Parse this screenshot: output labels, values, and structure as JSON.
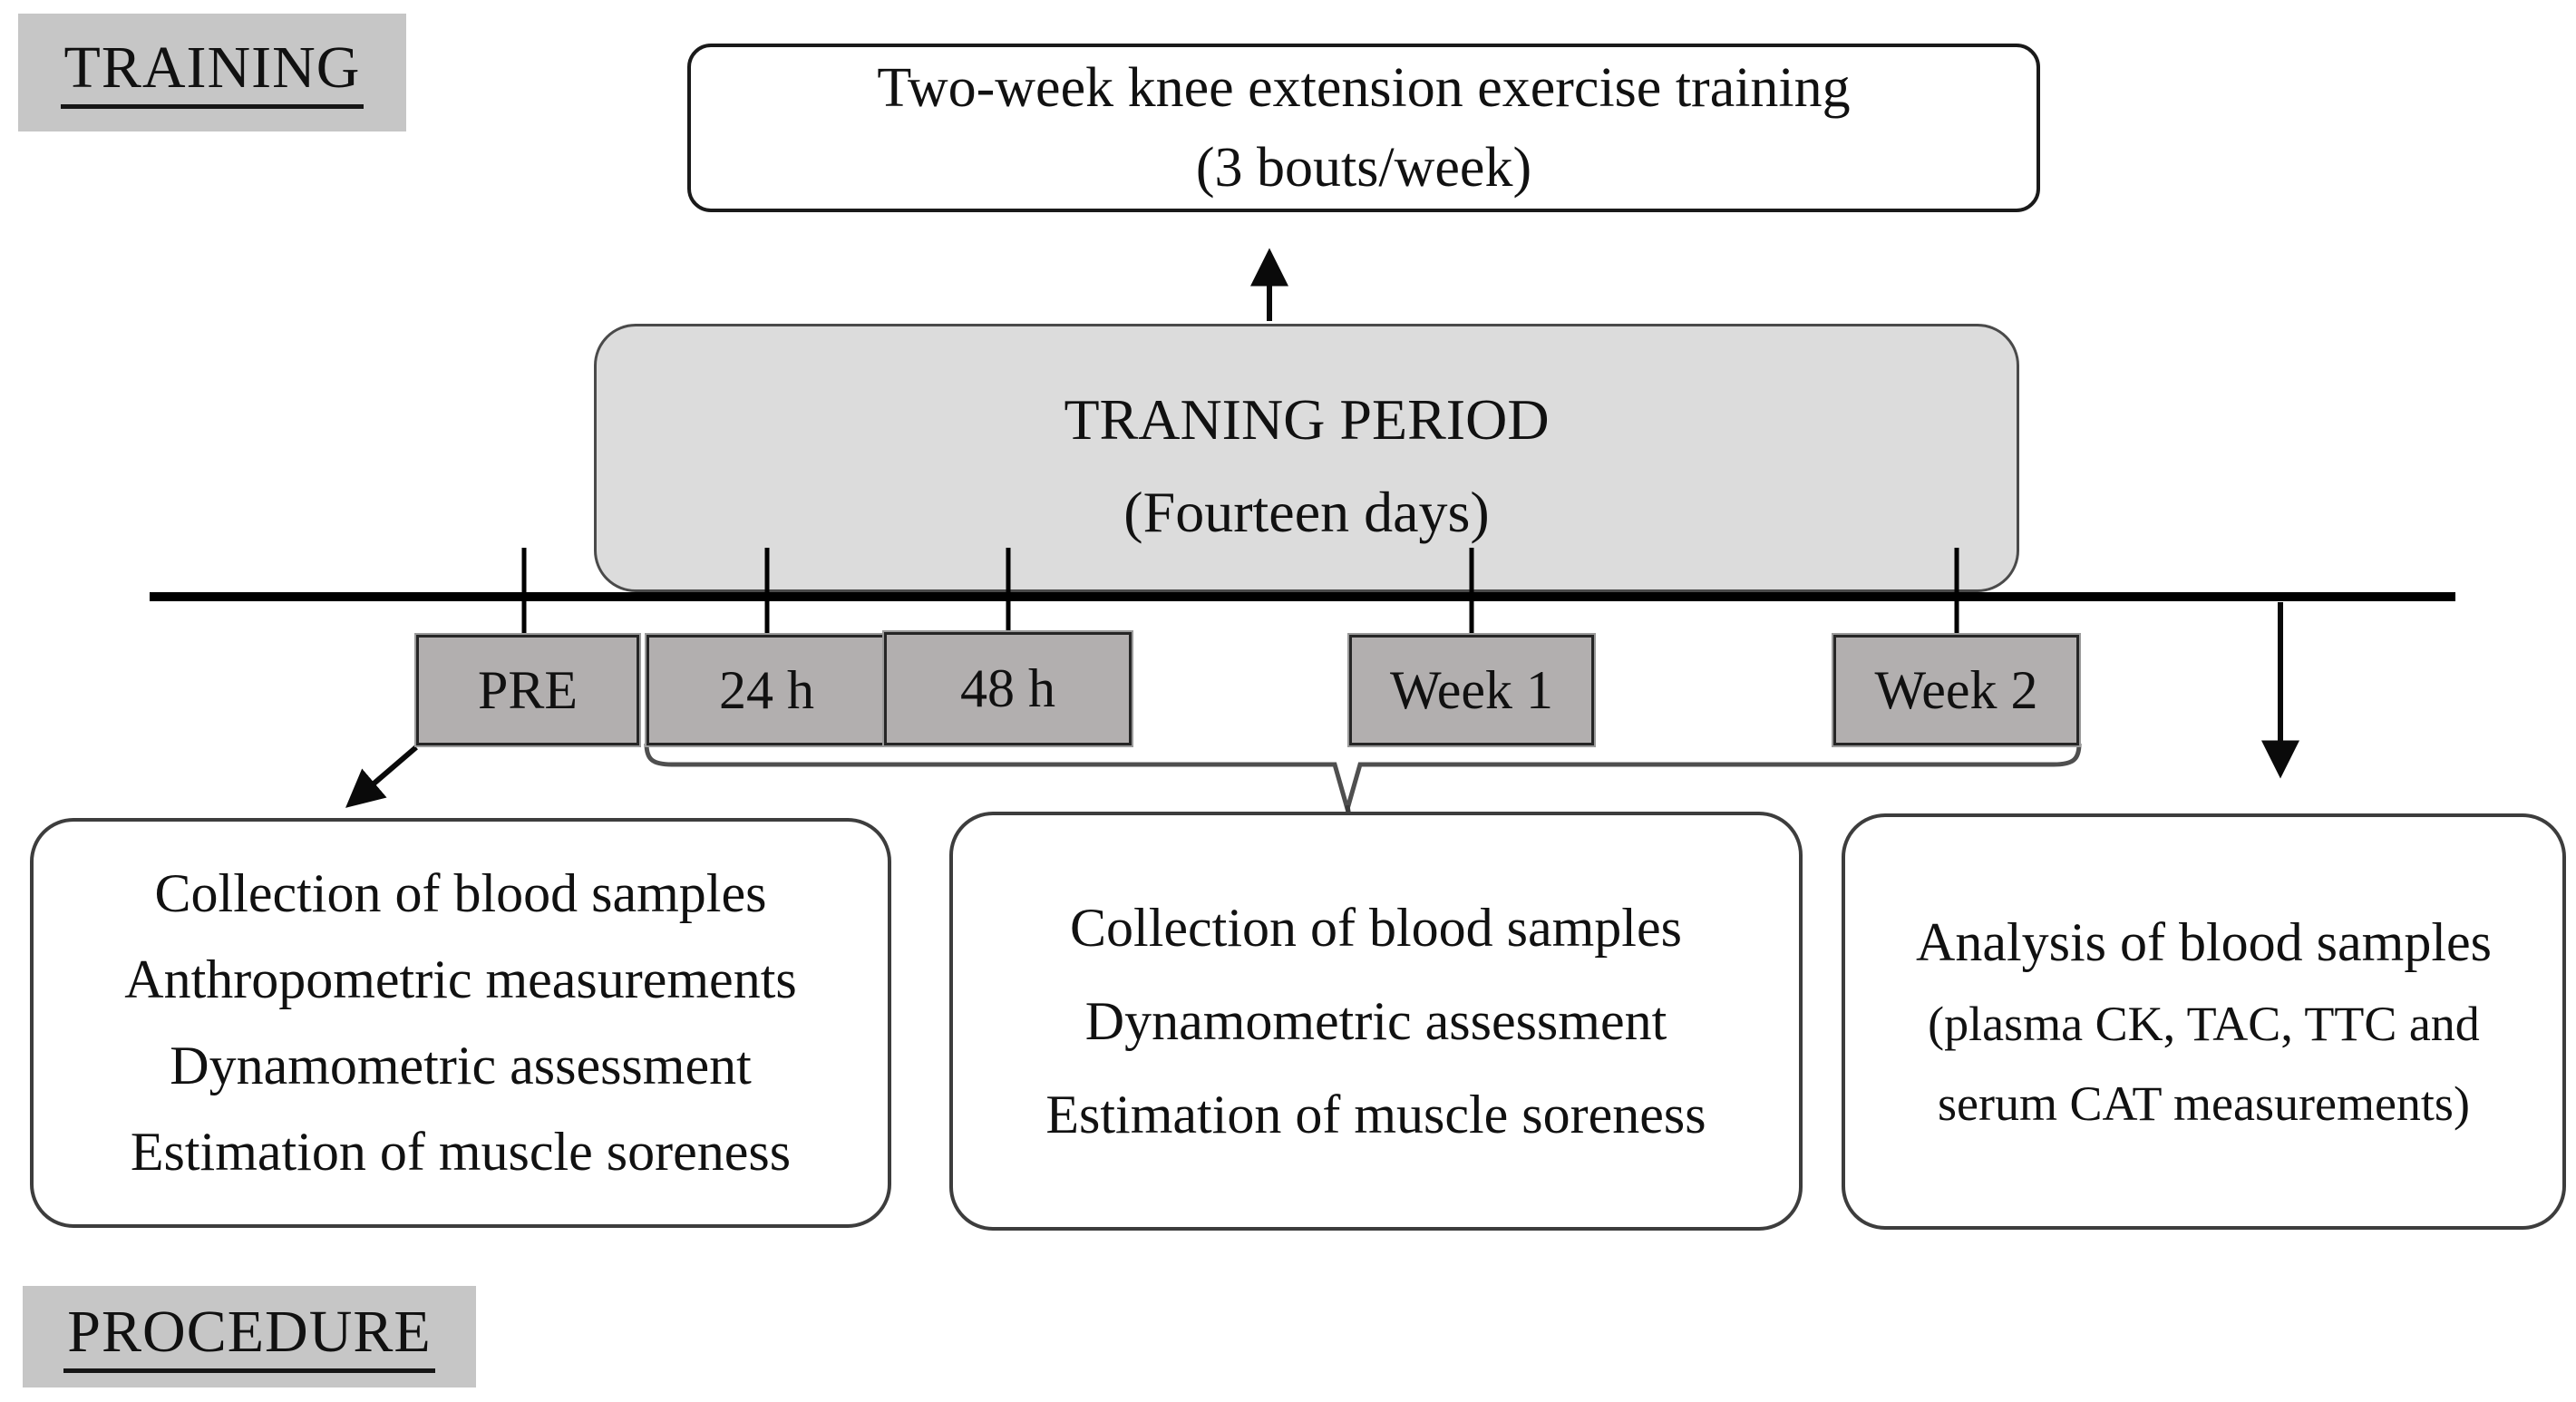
{
  "figure": {
    "section_labels": {
      "training": "TRAINING",
      "procedure": "PROCEDURE"
    },
    "top_box": {
      "line1": "Two-week knee extension exercise training",
      "line2": "(3 bouts/week)"
    },
    "training_period_box": {
      "line1": "TRANING PERIOD",
      "line2": "(Fourteen days)"
    },
    "timeline": {
      "points": [
        {
          "label": "PRE"
        },
        {
          "label": "24 h"
        },
        {
          "label": "48 h"
        },
        {
          "label": "Week 1"
        },
        {
          "label": "Week 2"
        }
      ]
    },
    "outcome_boxes": [
      {
        "lines": [
          "Collection of blood samples",
          "Anthropometric measurements",
          "Dynamometric assessment",
          "Estimation of muscle soreness"
        ]
      },
      {
        "lines": [
          "Collection of blood samples",
          "Dynamometric assessment",
          "Estimation of muscle soreness"
        ]
      },
      {
        "lines": [
          "Analysis of blood samples",
          "(plasma CK, TAC, TTC and",
          "serum CAT measurements)"
        ]
      }
    ]
  },
  "colors": {
    "label_bg": "#c6c6c6",
    "period_box_bg": "#dcdcdc",
    "marker_box_bg": "#b2afaf",
    "box_border": "#2b2b2b",
    "line_color": "#000000",
    "bracket_color": "#4f4f4f",
    "text_color": "#111111"
  }
}
